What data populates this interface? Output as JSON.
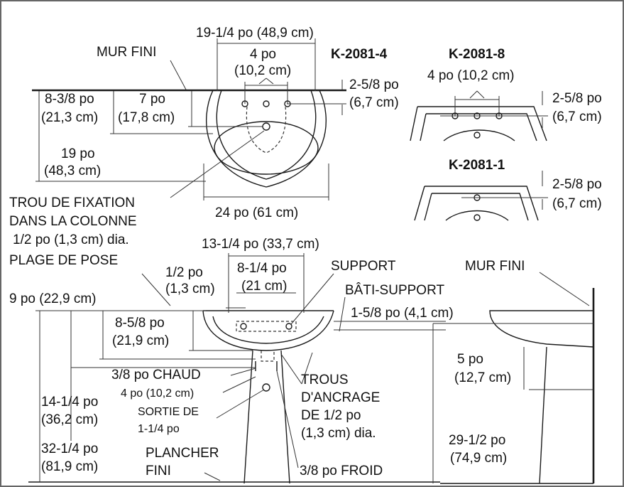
{
  "border_color": "#666666",
  "top": {
    "width_label": "19-1/4 po (48,9 cm)",
    "mur_fini": "MUR FINI",
    "spacing_4po": "4 po",
    "spacing_10cm": "(10,2 cm)",
    "model_main": "K-2081-4",
    "right_2_5_8": "2-5/8 po",
    "right_6_7": "(6,7 cm)",
    "left_8_3_8": "8-3/8 po",
    "left_21_3": "(21,3 cm)",
    "left_7po": "7 po",
    "left_17_8": "(17,8 cm)",
    "left_19po": "19 po",
    "left_48_3": "(48,3 cm)",
    "trou_1": "TROU DE FIXATION",
    "trou_2": "DANS LA COLONNE",
    "trou_3": "1/2 po (1,3 cm) dia.",
    "bottom_24po": "24 po (61 cm)"
  },
  "variant8": {
    "model": "K-2081-8",
    "spacing": "4 po (10,2 cm)",
    "d1": "2-5/8 po",
    "d2": "(6,7 cm)"
  },
  "variant1": {
    "model": "K-2081-1",
    "d1": "2-5/8 po",
    "d2": "(6,7 cm)"
  },
  "front": {
    "plage": "PLAGE DE POSE",
    "w13": "13-1/4 po (33,7 cm)",
    "half_po": "1/2 po",
    "half_cm": "(1,3 cm)",
    "w8_1_4": "8-1/4 po",
    "w21cm": "(21 cm)",
    "support": "SUPPORT",
    "bati": "BÂTI-SUPPORT",
    "h9": "9 po (22,9 cm)",
    "h8_5_8": "8-5/8 po",
    "h21_9": "(21,9 cm)",
    "h1_5_8": "1-5/8 po (4,1 cm)",
    "chaud": "3/8 po CHAUD",
    "s4po": "4 po (10,2 cm)",
    "sortie1": "SORTIE DE",
    "sortie2": "1-1/4 po",
    "h14": "14-1/4 po",
    "h36": "(36,2 cm)",
    "h32": "32-1/4 po",
    "h81": "(81,9 cm)",
    "plancher1": "PLANCHER",
    "plancher2": "FINI",
    "trous1": "TROUS",
    "trous2": "D'ANCRAGE",
    "trous3": "DE 1/2 po",
    "trous4": "(1,3 cm) dia.",
    "froid": "3/8 po FROID"
  },
  "side": {
    "mur_fini": "MUR FINI",
    "h5po": "5 po",
    "h12_7": "(12,7 cm)",
    "h29": "29-1/2 po",
    "h74": "(74,9 cm)"
  }
}
